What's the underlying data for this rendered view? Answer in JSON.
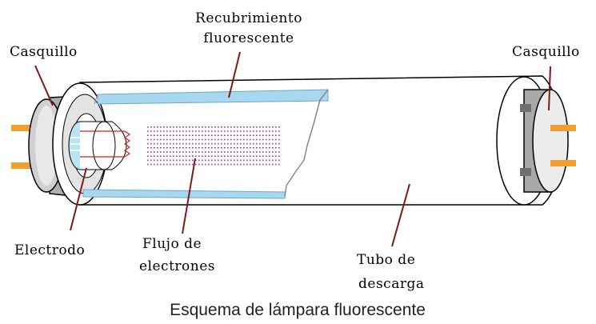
{
  "labels": {
    "coating_line1": "Recubrimiento",
    "coating_line2": "fluorescente",
    "cap_left": "Casquillo",
    "cap_right": "Casquillo",
    "electrode": "Electrodo",
    "flow_line1": "Flujo de",
    "flow_line2": "electrones",
    "tube_line1": "Tubo de",
    "tube_line2": "descarga"
  },
  "caption": "Esquema de lámpara fluorescente",
  "colors": {
    "pin": "#f0a030",
    "coating": "#a8d8f0",
    "filament": "#cc2222",
    "outline": "#000000",
    "cap_gray": "#a8a8a8",
    "electron_dots": "#9a3a9a"
  }
}
